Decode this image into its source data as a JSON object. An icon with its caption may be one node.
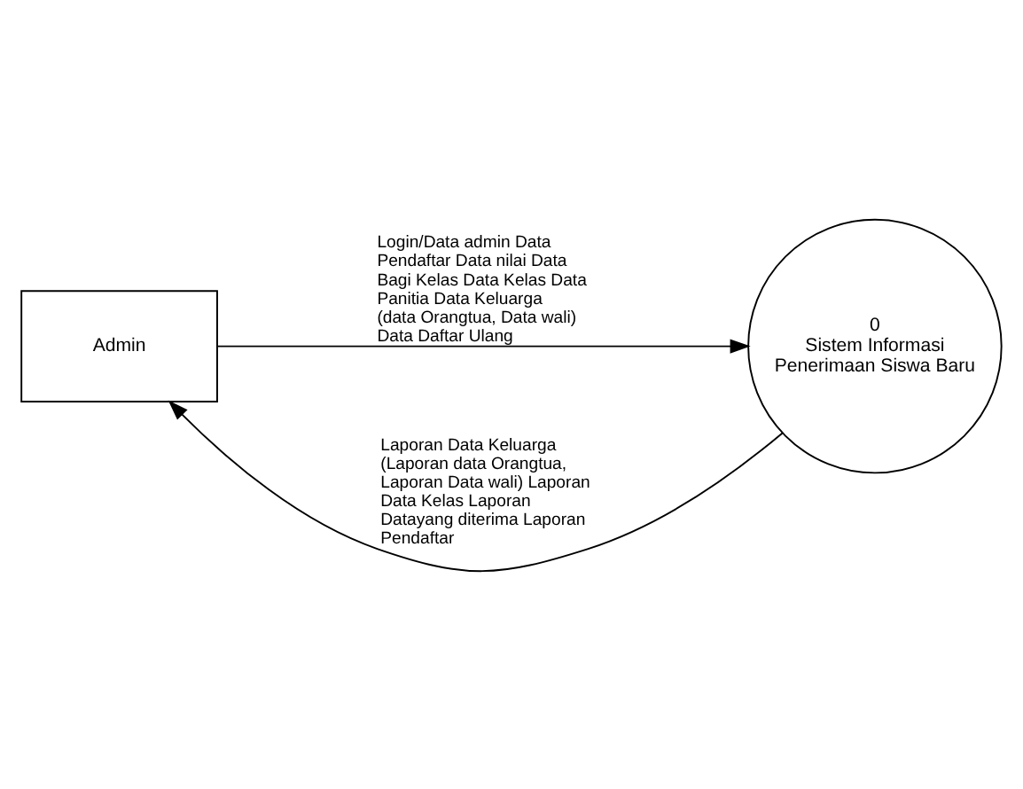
{
  "diagram": {
    "nodes": [
      {
        "text": [
          "Admin"
        ]
      },
      {
        "text": [
          "0",
          "Sistem Informasi Penerimaan Siswa Baru"
        ]
      }
    ],
    "edges": [
      {
        "from": 1,
        "to": 0,
        "arrow": "to",
        "label": "Laporan Data Keluarga (Laporan data Orangtua, Laporan Data wali) Laporan Data Kelas Laporan Datayang diterima Laporan Pendaftar"
      },
      {
        "from": 0,
        "to": 1,
        "arrow": "to",
        "label": "Login/Data admin Data Pendaftar Data nilai Data Bagi Kelas Data Kelas Data Panitia Data Keluarga (data Orangtua, Data wali) Data Daftar Ulang"
      }
    ]
  }
}
